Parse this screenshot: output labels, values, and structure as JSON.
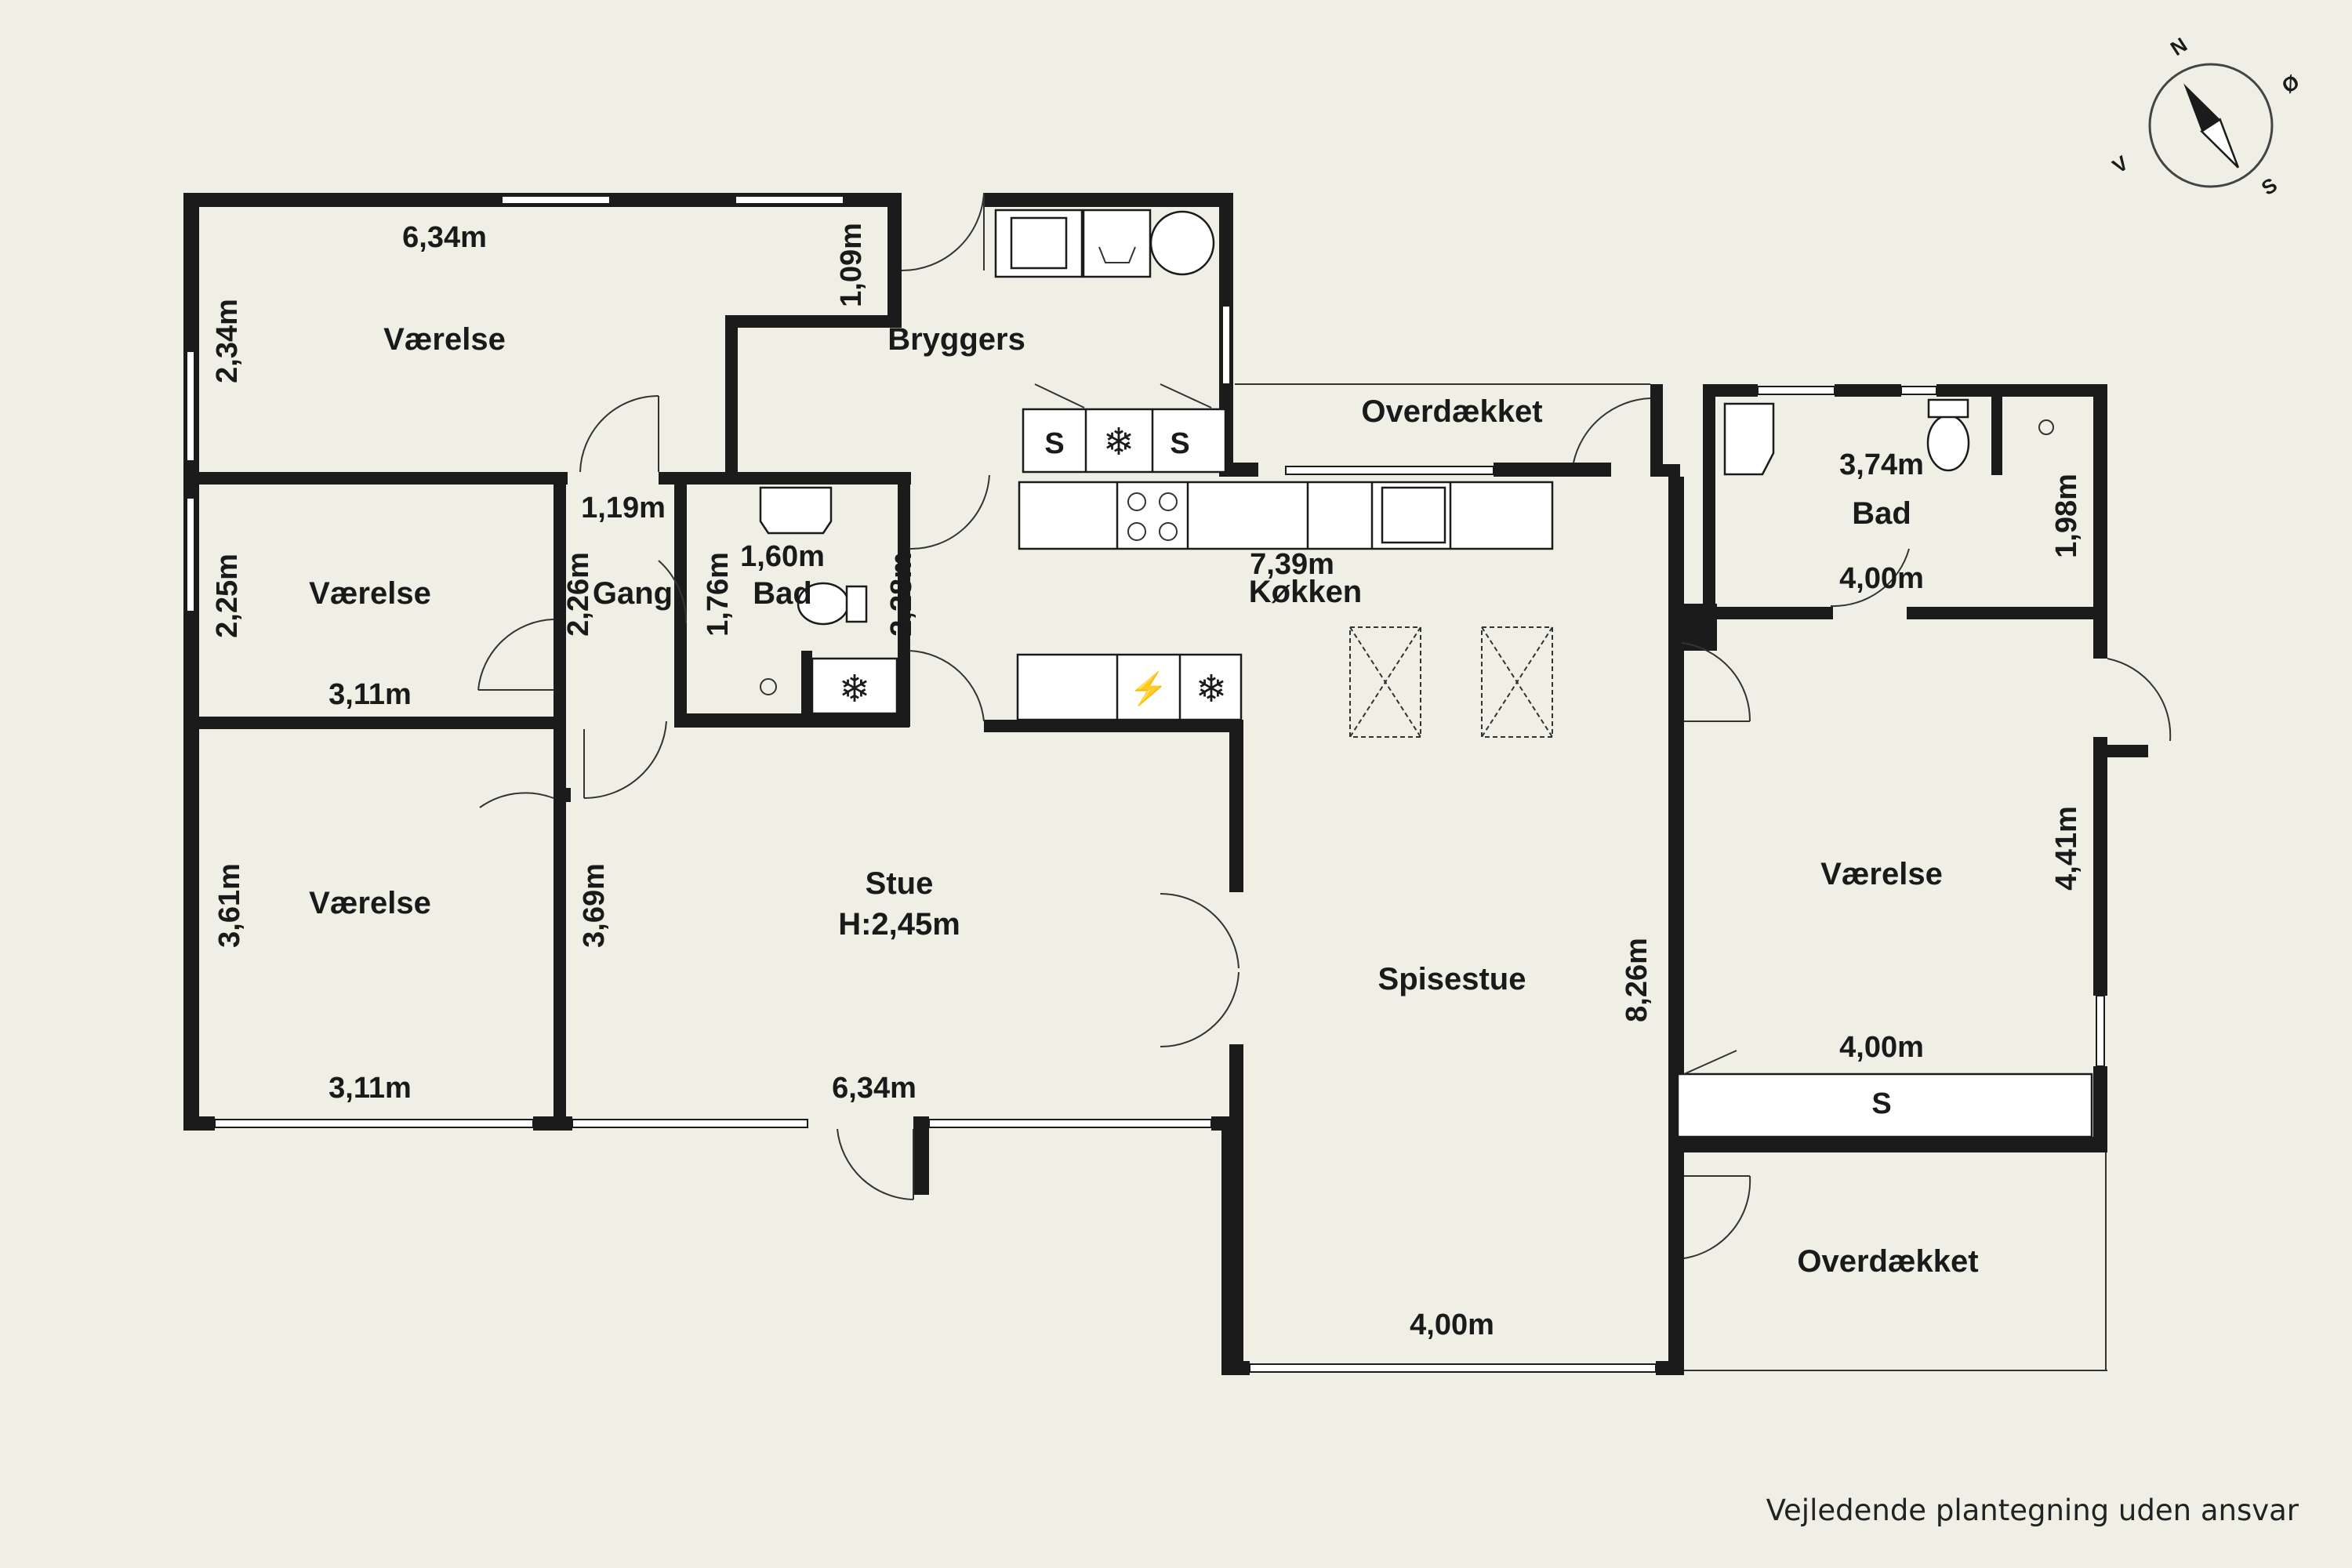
{
  "rooms": {
    "vaerelse_1": "Værelse",
    "vaerelse_2": "Værelse",
    "vaerelse_3": "Værelse",
    "vaerelse_4": "Værelse",
    "bryggers": "Bryggers",
    "overdaekket_top": "Overdækket",
    "overdaekket_bottom": "Overdækket",
    "bad_1": "Bad",
    "bad_2": "Bad",
    "gang": "Gang",
    "koekken": "Køkken",
    "stue": "Stue",
    "stue_height": "H:2,45m",
    "spisestue": "Spisestue"
  },
  "dimensions": {
    "v1_width": "6,34m",
    "v1_depth": "2,34m",
    "bryggers_depth": "1,09m",
    "v2_depth": "2,25m",
    "v2_width": "3,11m",
    "gang_width": "1,19m",
    "gang_depth": "2,26m",
    "bad1_width": "1,60m",
    "bad1_depth": "1,76m",
    "hall_depth": "2,28m",
    "koekken_width": "7,39m",
    "v3_depth": "3,61m",
    "v3_width": "3,11m",
    "stue_depth": "3,69m",
    "stue_width": "6,34m",
    "spisestue_depth": "8,26m",
    "spisestue_width": "4,00m",
    "bad2_width_top": "3,74m",
    "bad2_width": "4,00m",
    "bad2_depth": "1,98m",
    "v4_depth": "4,41m",
    "v4_width": "4,00m"
  },
  "fixtures": {
    "cabinet_s_1": "S",
    "cabinet_s_2": "S",
    "wardrobe_s": "S"
  },
  "compass": {
    "n": "N",
    "o": "Ø",
    "s": "S",
    "v": "V"
  },
  "disclaimer": "Vejledende plantegning uden ansvar"
}
